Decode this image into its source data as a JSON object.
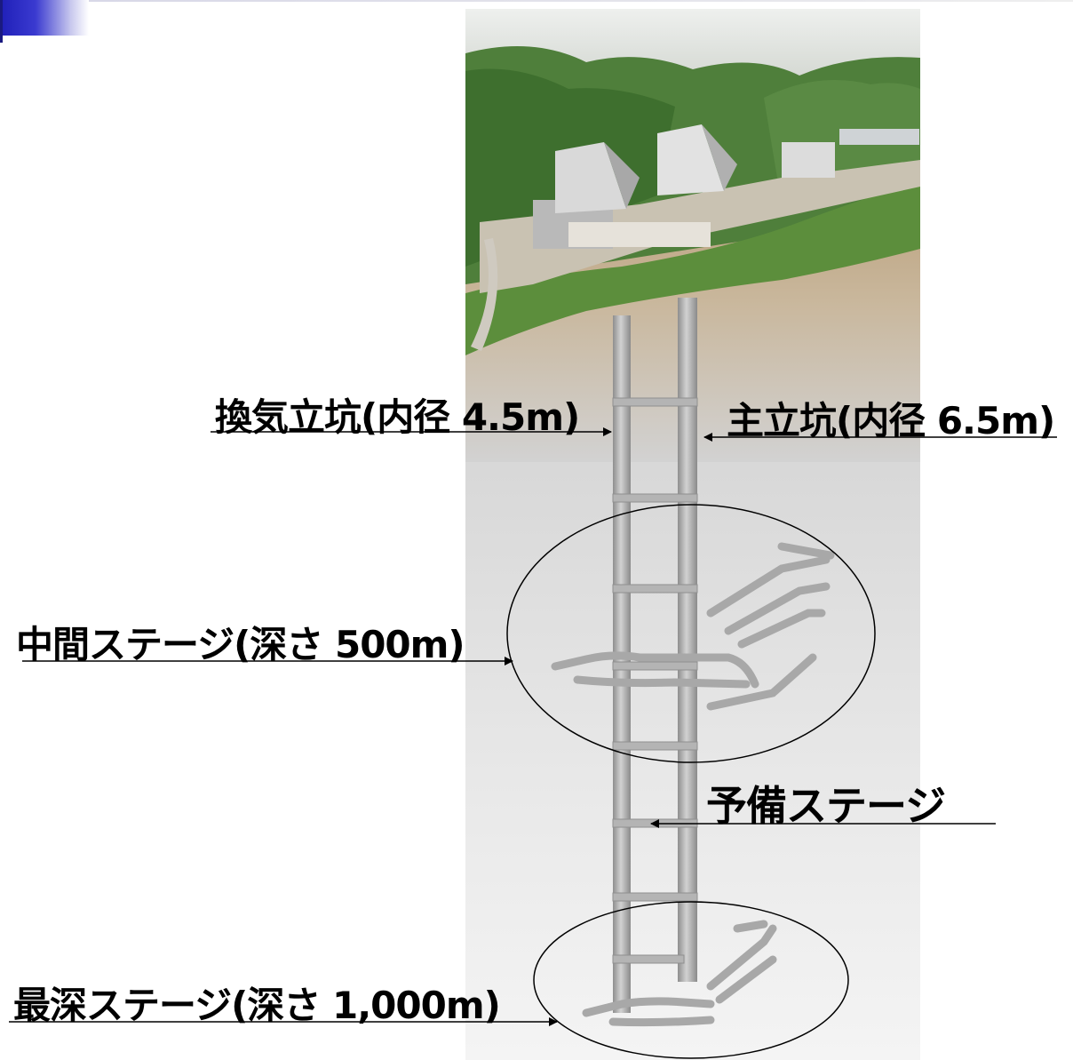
{
  "labels": {
    "ventilation_shaft": "換気立坑(内径 4.5m)",
    "main_shaft": "主立坑(内径 6.5m)",
    "intermediate_stage": "中間ステージ(深さ 500m)",
    "reserve_stage": "予備ステージ",
    "deepest_stage": "最深ステージ(深さ 1,000m)"
  },
  "colors": {
    "accent": "#2b2bc4",
    "shaft": "#a9a9a9",
    "forest": "#3f7a2e",
    "soil": "#b89c78"
  }
}
